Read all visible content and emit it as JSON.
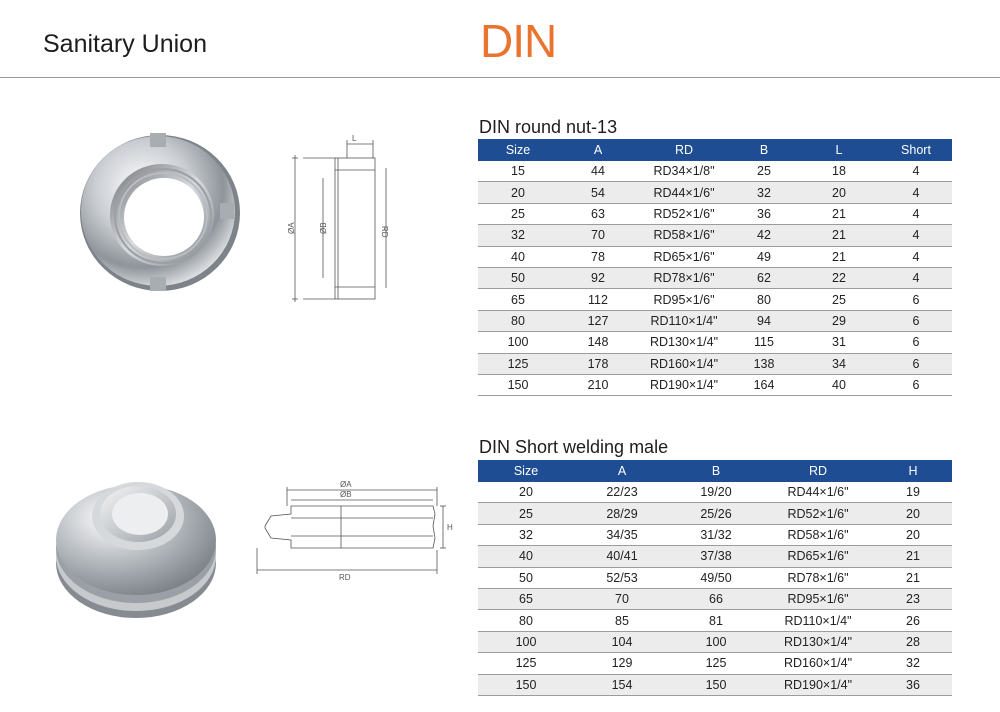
{
  "header": {
    "title": "Sanitary Union",
    "brand": "DIN"
  },
  "table1": {
    "title": "DIN round nut-13",
    "columns": [
      "Size",
      "A",
      "RD",
      "B",
      "L",
      "Short"
    ],
    "rows": [
      [
        "15",
        "44",
        "RD34×1/8\"",
        "25",
        "18",
        "4"
      ],
      [
        "20",
        "54",
        "RD44×1/6\"",
        "32",
        "20",
        "4"
      ],
      [
        "25",
        "63",
        "RD52×1/6\"",
        "36",
        "21",
        "4"
      ],
      [
        "32",
        "70",
        "RD58×1/6\"",
        "42",
        "21",
        "4"
      ],
      [
        "40",
        "78",
        "RD65×1/6\"",
        "49",
        "21",
        "4"
      ],
      [
        "50",
        "92",
        "RD78×1/6\"",
        "62",
        "22",
        "4"
      ],
      [
        "65",
        "112",
        "RD95×1/6\"",
        "80",
        "25",
        "6"
      ],
      [
        "80",
        "127",
        "RD110×1/4\"",
        "94",
        "29",
        "6"
      ],
      [
        "100",
        "148",
        "RD130×1/4\"",
        "115",
        "31",
        "6"
      ],
      [
        "125",
        "178",
        "RD160×1/4\"",
        "138",
        "34",
        "6"
      ],
      [
        "150",
        "210",
        "RD190×1/4\"",
        "164",
        "40",
        "6"
      ]
    ]
  },
  "table2": {
    "title": "DIN Short welding male",
    "columns": [
      "Size",
      "A",
      "B",
      "RD",
      "H"
    ],
    "rows": [
      [
        "20",
        "22/23",
        "19/20",
        "RD44×1/6\"",
        "19"
      ],
      [
        "25",
        "28/29",
        "25/26",
        "RD52×1/6\"",
        "20"
      ],
      [
        "32",
        "34/35",
        "31/32",
        "RD58×1/6\"",
        "20"
      ],
      [
        "40",
        "40/41",
        "37/38",
        "RD65×1/6\"",
        "21"
      ],
      [
        "50",
        "52/53",
        "49/50",
        "RD78×1/6\"",
        "21"
      ],
      [
        "65",
        "70",
        "66",
        "RD95×1/6\"",
        "23"
      ],
      [
        "80",
        "85",
        "81",
        "RD110×1/4\"",
        "26"
      ],
      [
        "100",
        "104",
        "100",
        "RD130×1/4\"",
        "28"
      ],
      [
        "125",
        "129",
        "125",
        "RD160×1/4\"",
        "32"
      ],
      [
        "150",
        "154",
        "150",
        "RD190×1/4\"",
        "36"
      ]
    ]
  },
  "drawings": {
    "nut_labels": {
      "L": "L",
      "A": "ØA",
      "B": "ØB",
      "RD": "RD"
    },
    "male_labels": {
      "A": "ØA",
      "B": "ØB",
      "H": "H",
      "RD": "RD"
    }
  },
  "colors": {
    "brand": "#e8742f",
    "table_header": "#1e4d94",
    "row_alt": "#ececec"
  }
}
